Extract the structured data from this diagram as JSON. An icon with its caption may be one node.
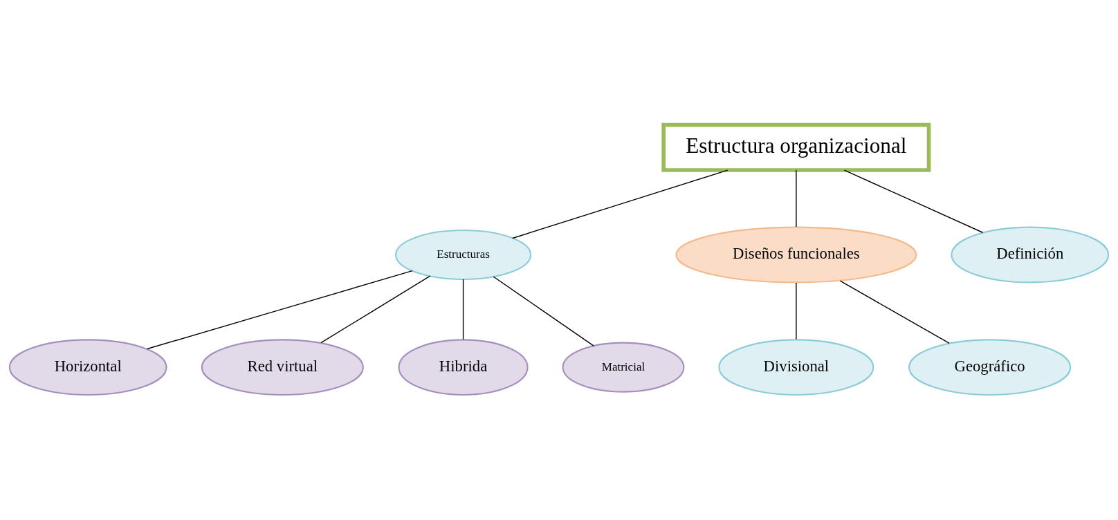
{
  "diagram": {
    "nodes": [
      {
        "text": [
          "Estructura organizacional"
        ]
      },
      {
        "text": [
          "Estructuras"
        ]
      },
      {
        "text": [
          "Diseños funcionales"
        ]
      },
      {
        "text": [
          "Definición"
        ]
      },
      {
        "text": [
          "Horizontal"
        ]
      },
      {
        "text": [
          "Red virtual"
        ]
      },
      {
        "text": [
          "Hibrida"
        ]
      },
      {
        "text": [
          "Matricial"
        ]
      },
      {
        "text": [
          "Divisional"
        ]
      },
      {
        "text": [
          "Geográfico"
        ]
      }
    ],
    "edges": [
      {
        "from": 0,
        "to": 1,
        "arrow": "none"
      },
      {
        "from": 0,
        "to": 2,
        "arrow": "none"
      },
      {
        "from": 0,
        "to": 3,
        "arrow": "none"
      },
      {
        "from": 1,
        "to": 4,
        "arrow": "none"
      },
      {
        "from": 1,
        "to": 5,
        "arrow": "none"
      },
      {
        "from": 1,
        "to": 6,
        "arrow": "none"
      },
      {
        "from": 1,
        "to": 7,
        "arrow": "none"
      },
      {
        "from": 2,
        "to": 8,
        "arrow": "none"
      },
      {
        "from": 2,
        "to": 9,
        "arrow": "none"
      }
    ]
  }
}
